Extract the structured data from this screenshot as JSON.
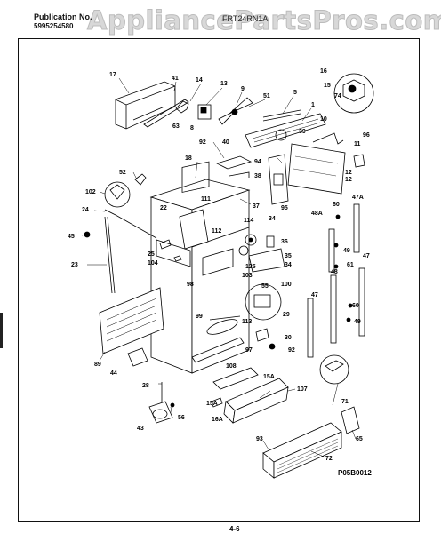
{
  "header": {
    "publication_label": "Publication No.",
    "publication_number": "5995254580",
    "model": "FRT24RN1A",
    "watermark": "AppliancePartsPros.com"
  },
  "footer": {
    "diagram_code": "P05B0012",
    "page": "4-6"
  },
  "labels": {
    "l17": "17",
    "l41": "41",
    "l14": "14",
    "l13": "13",
    "l9": "9",
    "l51": "51",
    "l5": "5",
    "l16": "16",
    "l15": "15",
    "l74": "74",
    "l1": "1",
    "l10": "10",
    "l63": "63",
    "l8": "8",
    "l92a": "92",
    "l40": "40",
    "l39": "39",
    "l96": "96",
    "l11": "11",
    "l94": "94",
    "l18": "18",
    "l38": "38",
    "l12a": "12",
    "l12b": "12",
    "l52": "52",
    "l102": "102",
    "l111": "111",
    "l37": "37",
    "l95": "95",
    "l47a": "47A",
    "l24": "24",
    "l22": "22",
    "l60a": "60",
    "l114": "114",
    "l34a": "34",
    "l48a": "48A",
    "l45": "45",
    "l112": "112",
    "l36": "36",
    "l49a": "49",
    "l25": "25",
    "l35": "35",
    "l104": "104",
    "l125": "125",
    "l34b": "34",
    "l61": "61",
    "l47b": "47",
    "l23": "23",
    "l103": "103",
    "l98": "98",
    "l48": "48",
    "l55": "55",
    "l100": "100",
    "l47c": "47",
    "l60b": "60",
    "l29": "29",
    "l99": "99",
    "l113": "113",
    "l49b": "49",
    "l30": "30",
    "l97": "97",
    "l92b": "92",
    "l89": "89",
    "l44": "44",
    "l108": "108",
    "l15a1": "15A",
    "l107": "107",
    "l71": "71",
    "l28": "28",
    "l15a2": "15A",
    "l16a": "16A",
    "l56": "56",
    "l43": "43",
    "l93": "93",
    "l65": "65",
    "l72": "72"
  }
}
